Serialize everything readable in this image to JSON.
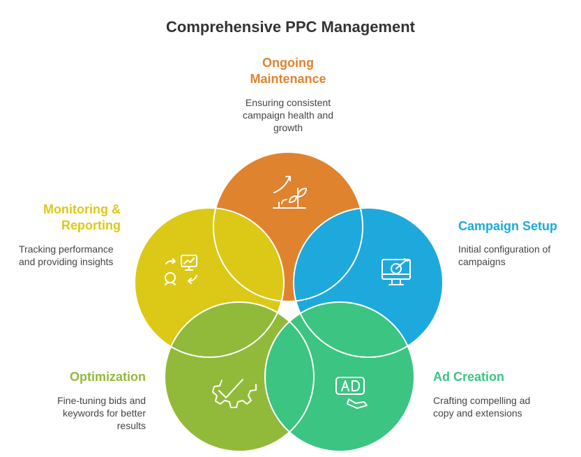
{
  "title": "Comprehensive PPC Management",
  "colors": {
    "orange": "#E0832F",
    "blue": "#1EA9DC",
    "green": "#3CC482",
    "olive": "#92BA3A",
    "yellow": "#DCC917"
  },
  "stages": {
    "maintenance": {
      "heading_1": "Ongoing",
      "heading_2": "Maintenance",
      "desc_1": "Ensuring consistent",
      "desc_2": "campaign health and",
      "desc_3": "growth",
      "icon": "growth-plant-icon"
    },
    "setup": {
      "heading": "Campaign Setup",
      "desc_1": "Initial configuration of",
      "desc_2": "campaigns",
      "icon": "monitor-target-icon"
    },
    "ad_creation": {
      "heading": "Ad Creation",
      "desc_1": "Crafting compelling ad",
      "desc_2": "copy and extensions",
      "icon": "ad-click-icon"
    },
    "optimization": {
      "heading": "Optimization",
      "desc_1": "Fine-tuning bids and",
      "desc_2": "keywords for better",
      "desc_3": "results",
      "icon": "gear-check-icon"
    },
    "monitoring": {
      "heading_1": "Monitoring &",
      "heading_2": "Reporting",
      "desc_1": "Tracking performance",
      "desc_2": "and providing insights",
      "icon": "person-chart-icon"
    }
  }
}
